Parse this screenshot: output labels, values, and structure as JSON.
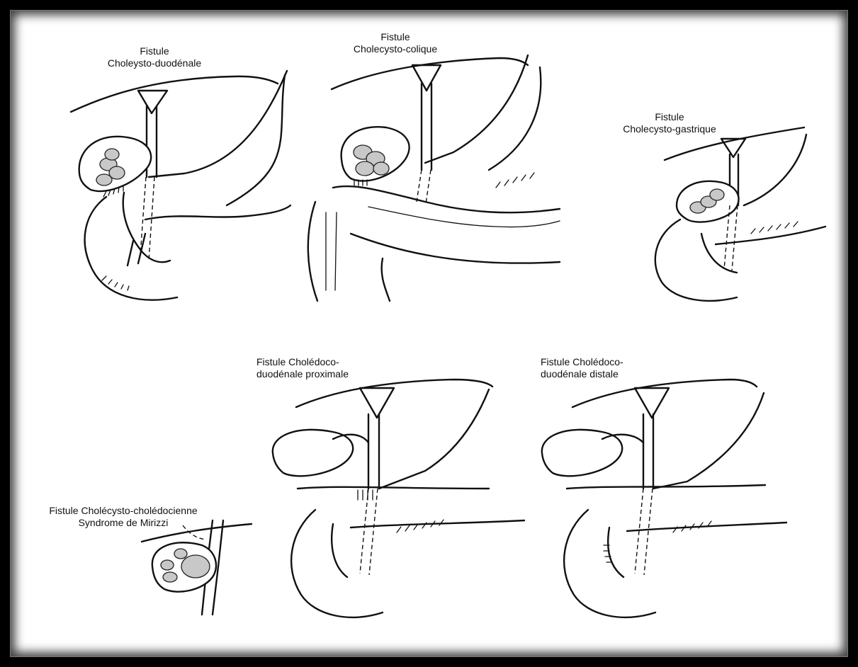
{
  "panels": [
    {
      "id": "cholecysto-duodenale",
      "title_line1": "Fistule",
      "title_line2": "Choleysto-duodénale"
    },
    {
      "id": "cholecysto-colique",
      "title_line1": "Fistule",
      "title_line2": "Cholecysto-colique"
    },
    {
      "id": "cholecysto-gastrique",
      "title_line1": "Fistule",
      "title_line2": "Cholecysto-gastrique"
    },
    {
      "id": "choledoco-duodenale-proximale",
      "title_line1": "Fistule Cholédoco-",
      "title_line2": "duodénale proximale"
    },
    {
      "id": "choledoco-duodenale-distale",
      "title_line1": "Fistule Cholédoco-",
      "title_line2": "duodénale distale"
    },
    {
      "id": "mirizzi",
      "title_line1": "Fistule Cholécysto-cholédocienne",
      "title_line2": "Syndrome de Mirizzi"
    }
  ],
  "colors": {
    "frame": "#000000",
    "ink": "#111111",
    "stone": "#c8c8c8"
  }
}
